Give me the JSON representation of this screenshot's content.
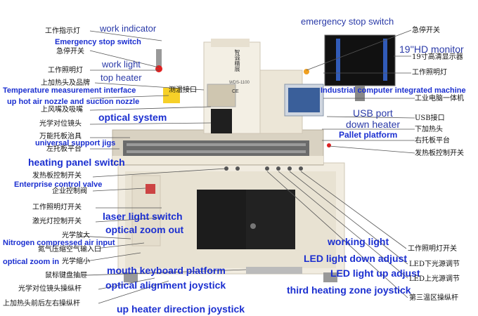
{
  "colors": {
    "machine_body": "#f1ece0",
    "machine_shadow": "#d9d2c2",
    "cabinet": "#1c1c1c",
    "monitor_screen": "#111111",
    "monitor_led": "#3f7bff",
    "light_red": "#e02020",
    "light_orange": "#f0a020",
    "english_label": "#1b2fd0",
    "chinese_label": "#111111",
    "leader_line": "#555555"
  },
  "left_labels": [
    {
      "cn": "工作指示灯",
      "en": "work indicator"
    },
    {
      "en": "Emergency stop switch",
      "cn": "急停开关"
    },
    {
      "en": "work light",
      "cn": "工作照明灯"
    },
    {
      "cn": "上加热头及品牌",
      "en": "top heater"
    },
    {
      "en": "Temperature measurement interface",
      "cn": "测温接口"
    },
    {
      "en": "up hot air nozzle and suction nozzle",
      "cn": "上风嘴及吸嘴"
    },
    {
      "cn": "光学对位镜头",
      "en": "optical system"
    },
    {
      "cn": "万能托板治具",
      "en": "universal support jigs"
    },
    {
      "cn": "左托板平台",
      "en": "heating panel switch"
    },
    {
      "cn": "发热板控制开关",
      "en": "Enterprise control valve"
    },
    {
      "cn": "企业控制阀"
    },
    {
      "cn": "工作照明灯开关",
      "en": "laser light switch"
    },
    {
      "cn": "激光灯控制开关",
      "en": "optical zoom out"
    },
    {
      "cn": "光学放大",
      "en": "Nitrogen compressed air input"
    },
    {
      "cn": "氮气压缩空气输入口",
      "en": "optical zoom in"
    },
    {
      "cn": "光学缩小"
    },
    {
      "cn": "鼠标键盘抽屉",
      "en": "mouth keyboard platform"
    },
    {
      "cn": "光学对位镜头操纵杆",
      "en": "optical alignment joystick"
    },
    {
      "cn": "上加热头前后左右操纵杆",
      "en": "up heater direction joystick"
    }
  ],
  "right_labels": [
    {
      "en": "emergency stop switch",
      "cn": "急停开关"
    },
    {
      "en": "19''HD monitor",
      "cn": "19寸高清显示器"
    },
    {
      "cn": "工作照明灯"
    },
    {
      "en": "Industrial computer integrated machine",
      "cn": "工业电脑一体机"
    },
    {
      "en": "USB port",
      "cn": "USB接口"
    },
    {
      "en": "down heater",
      "cn": "下加热头"
    },
    {
      "en": "Pallet platform",
      "cn": "右托板平台"
    },
    {
      "cn": "发热板控制开关"
    },
    {
      "en": "working light",
      "cn": "工作照明灯开关"
    },
    {
      "en": "LED light down adjust",
      "cn": "LED下光源调节"
    },
    {
      "en": "LED light up adjust",
      "cn": "LED上光源调节"
    },
    {
      "en": "third heating zone joystick",
      "cn": "第三温区操纵杆"
    }
  ],
  "machine": {
    "brand_text": "智诚精展",
    "model_text": "WDS-1100",
    "ce_mark": "CE"
  }
}
